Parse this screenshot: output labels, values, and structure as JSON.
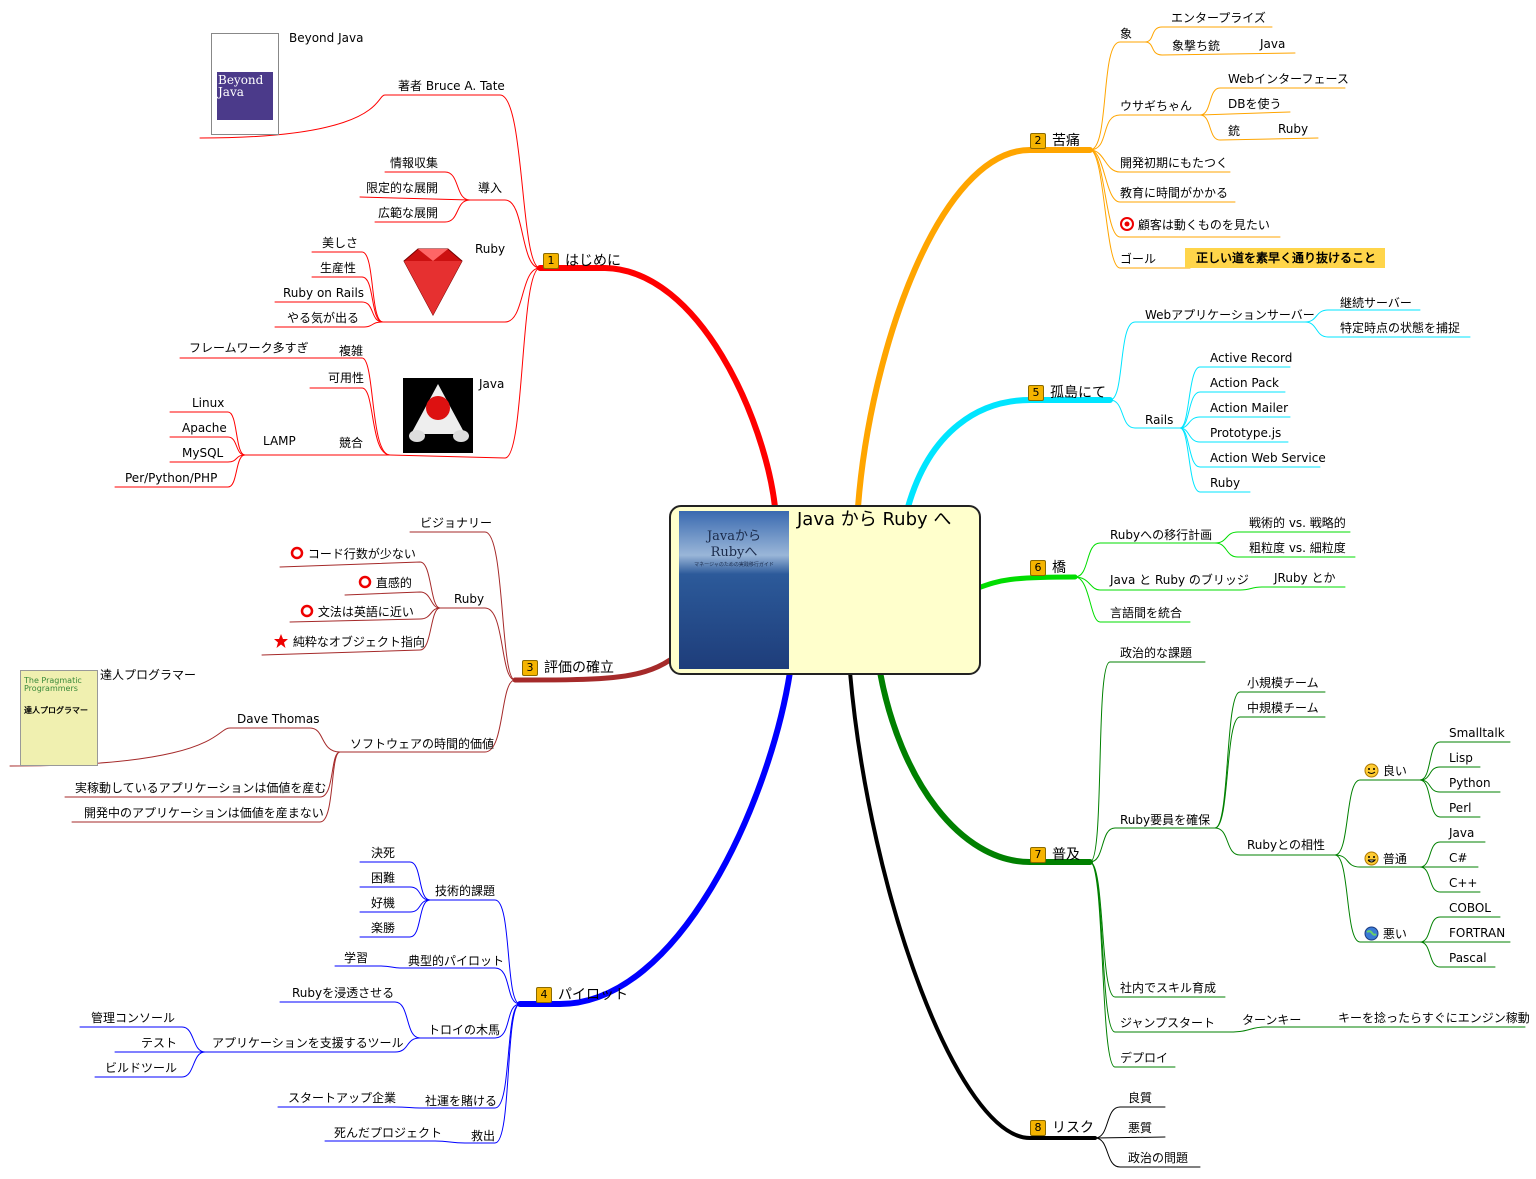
{
  "central": {
    "title": "Java から Ruby へ",
    "cover_title": "Javaから\nRubyへ",
    "cover_subtitle": "マネージャのための実践移行ガイド"
  },
  "branches": [
    {
      "num": "1",
      "label": "はじめに"
    },
    {
      "num": "2",
      "label": "苦痛"
    },
    {
      "num": "3",
      "label": "評価の確立"
    },
    {
      "num": "4",
      "label": "パイロット"
    },
    {
      "num": "5",
      "label": "孤島にて"
    },
    {
      "num": "6",
      "label": "橋"
    },
    {
      "num": "7",
      "label": "普及"
    },
    {
      "num": "8",
      "label": "リスク"
    }
  ],
  "nodes": {
    "b1": {
      "beyond_java": "Beyond Java",
      "author": "著者 Bruce A. Tate",
      "info": "情報収集",
      "intro": "導入",
      "limited": "限定的な展開",
      "wide": "広範な展開",
      "beauty": "美しさ",
      "ruby": "Ruby",
      "productivity": "生産性",
      "rails": "Ruby on Rails",
      "motivation": "やる気が出る",
      "frameworks": "フレームワーク多すぎ",
      "complex": "複雑",
      "availability": "可用性",
      "java": "Java",
      "linux": "Linux",
      "apache": "Apache",
      "lamp": "LAMP",
      "competition": "競合",
      "mysql": "MySQL",
      "perl": "Per/Python/PHP"
    },
    "b2": {
      "elephant": "象",
      "enterprise": "エンタープライズ",
      "elephant_gun": "象撃ち銃",
      "java": "Java",
      "web_if": "Webインターフェース",
      "rabbit": "ウサギちゃん",
      "db": "DBを使う",
      "gun": "銃",
      "ruby": "Ruby",
      "early": "開発初期にもたつく",
      "education": "教育に時間がかかる",
      "customer": "顧客は動くものを見たい",
      "goal": "ゴール",
      "goal_text": "正しい道を素早く通り抜けること"
    },
    "b3": {
      "visionary": "ビジョナリー",
      "less_code": "コード行数が少ない",
      "intuitive": "直感的",
      "ruby": "Ruby",
      "english": "文法は英語に近い",
      "pure_oo": "純粋なオブジェクト指向",
      "pragmatic": "達人プログラマー",
      "dave": "Dave Thomas",
      "time_value": "ソフトウェアの時間的価値",
      "running": "実稼動しているアプリケーションは価値を産む",
      "developing": "開発中のアプリケーションは価値を産まない"
    },
    "b4": {
      "death": "決死",
      "hard": "困難",
      "tech": "技術的課題",
      "chance": "好機",
      "easy": "楽勝",
      "learning": "学習",
      "typical": "典型的パイロット",
      "infiltrate": "Rubyを浸透させる",
      "admin": "管理コンソール",
      "trojan": "トロイの木馬",
      "test": "テスト",
      "tools": "アプリケーションを支援するツール",
      "build": "ビルドツール",
      "startup": "スタートアップ企業",
      "bet": "社運を賭ける",
      "dead": "死んだプロジェクト",
      "rescue": "救出"
    },
    "b5": {
      "webapp": "Webアプリケーションサーバー",
      "continuation": "継続サーバー",
      "snapshot": "特定時点の状態を捕捉",
      "ar": "Active Record",
      "ap": "Action Pack",
      "am": "Action Mailer",
      "rails": "Rails",
      "proto": "Prototype.js",
      "aws": "Action Web Service",
      "ruby": "Ruby"
    },
    "b6": {
      "plan": "Rubyへの移行計画",
      "tactical": "戦術的 vs. 戦略的",
      "granularity": "粗粒度 vs. 細粒度",
      "bridge": "Java と Ruby のブリッジ",
      "jruby": "JRuby とか",
      "integrate": "言語間を統合"
    },
    "b7": {
      "political": "政治的な課題",
      "small": "小規模チーム",
      "medium": "中規模チーム",
      "smalltalk": "Smalltalk",
      "good": "良い",
      "lisp": "Lisp",
      "python": "Python",
      "perl": "Perl",
      "staff": "Ruby要員を確保",
      "affinity": "Rubyとの相性",
      "java": "Java",
      "normal": "普通",
      "csharp": "C#",
      "cpp": "C++",
      "cobol": "COBOL",
      "bad": "悪い",
      "fortran": "FORTRAN",
      "pascal": "Pascal",
      "training": "社内でスキル育成",
      "jumpstart": "ジャンプスタート",
      "turnkey": "ターンキー",
      "turnkey_desc": "キーを捻ったらすぐにエンジン稼動",
      "deploy": "デプロイ"
    },
    "b8": {
      "good": "良質",
      "bad": "悪質",
      "politics": "政治の問題"
    }
  },
  "colors": {
    "b1": "#ff0000",
    "b2": "#ffa500",
    "b3": "#a52a2a",
    "b4": "#0000ff",
    "b5": "#00e5ff",
    "b6": "#00dd00",
    "b7": "#008000",
    "b8": "#000000",
    "highlight": "#ffd54a",
    "central_bg": "#ffffcc"
  },
  "icons": {
    "target": "target-icon",
    "circle": "red-circle-icon",
    "star": "red-star-icon",
    "smile": "smile-icon",
    "grin": "grin-icon",
    "globe": "globe-icon"
  }
}
